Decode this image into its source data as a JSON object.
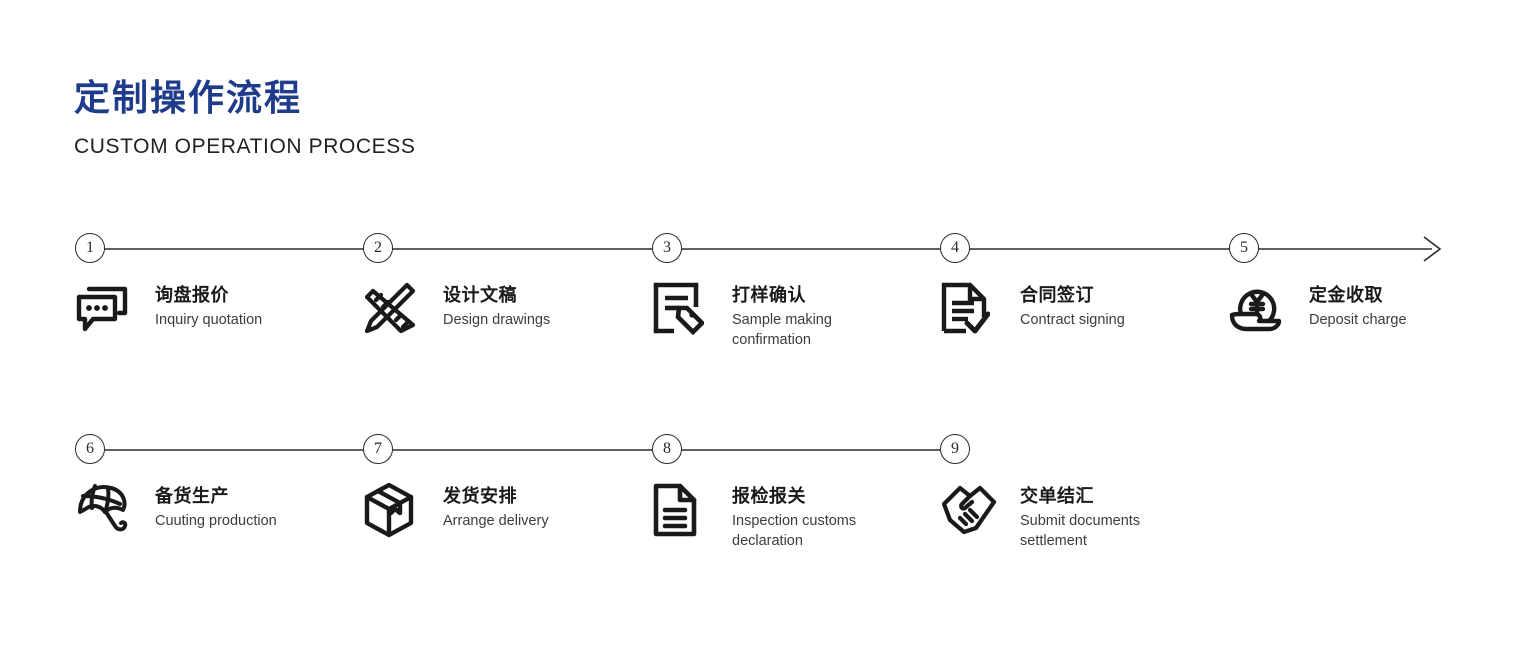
{
  "header": {
    "title_cn": "定制操作流程",
    "title_en": "CUSTOM OPERATION PROCESS",
    "title_color": "#1f3b8c"
  },
  "theme": {
    "background": "#ffffff",
    "line_color": "#2b2b2b",
    "icon_color": "#1a1a1a",
    "label_cn_color": "#1a1a1a",
    "label_en_color": "#3c3c3c"
  },
  "rows": [
    {
      "name": "row-1",
      "has_end_arrow": true,
      "steps": [
        {
          "number": "1",
          "label_cn": "询盘报价",
          "label_en": "Inquiry quotation",
          "icon": "chat-bubble-icon",
          "nowrap": true
        },
        {
          "number": "2",
          "label_cn": "设计文稿",
          "label_en": "Design drawings",
          "icon": "pencil-ruler-icon",
          "nowrap": true
        },
        {
          "number": "3",
          "label_cn": "打样确认",
          "label_en": "Sample making confirmation",
          "icon": "document-tag-icon",
          "nowrap": false
        },
        {
          "number": "4",
          "label_cn": "合同签订",
          "label_en": "Contract signing",
          "icon": "document-check-icon",
          "nowrap": true
        },
        {
          "number": "5",
          "label_cn": "定金收取",
          "label_en": "Deposit charge",
          "icon": "hand-yen-coin-icon",
          "nowrap": true
        }
      ]
    },
    {
      "name": "row-2",
      "has_end_arrow": false,
      "steps": [
        {
          "number": "6",
          "label_cn": "备货生产",
          "label_en": "Cuuting production",
          "icon": "umbrella-icon",
          "nowrap": true
        },
        {
          "number": "7",
          "label_cn": "发货安排",
          "label_en": "Arrange delivery",
          "icon": "package-box-icon",
          "nowrap": true
        },
        {
          "number": "8",
          "label_cn": "报检报关",
          "label_en": "Inspection customs declaration",
          "icon": "document-lines-icon",
          "nowrap": false
        },
        {
          "number": "9",
          "label_cn": "交单结汇",
          "label_en": "Submit documents settlement",
          "icon": "handshake-icon",
          "nowrap": false
        }
      ]
    }
  ]
}
